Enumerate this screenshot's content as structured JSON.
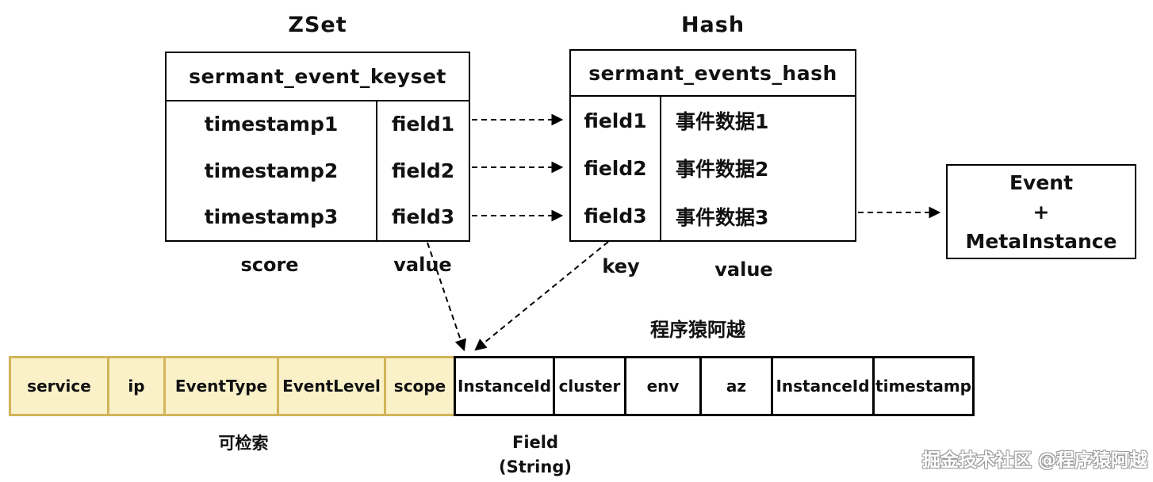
{
  "zset": {
    "title": "ZSet",
    "header": "sermant_event_keyset",
    "rows": [
      {
        "score": "timestamp1",
        "value": "field1"
      },
      {
        "score": "timestamp2",
        "value": "field2"
      },
      {
        "score": "timestamp3",
        "value": "field3"
      }
    ],
    "score_label": "score",
    "value_label": "value"
  },
  "hash": {
    "title": "Hash",
    "header": "sermant_events_hash",
    "rows": [
      {
        "key": "field1",
        "value": "事件数据1"
      },
      {
        "key": "field2",
        "value": "事件数据2"
      },
      {
        "key": "field3",
        "value": "事件数据3"
      }
    ],
    "key_label": "key",
    "value_label": "value"
  },
  "event_box": {
    "lines": [
      "Event",
      "+",
      "MetaInstance"
    ]
  },
  "bottom": {
    "title": "程序猿阿越",
    "searchable_label": "可检索",
    "field_label": "Field",
    "field_label_sub": "(String)",
    "cells": [
      {
        "label": "service",
        "group": "searchable"
      },
      {
        "label": "ip",
        "group": "searchable"
      },
      {
        "label": "EventType",
        "group": "searchable"
      },
      {
        "label": "EventLevel",
        "group": "searchable"
      },
      {
        "label": "scope",
        "group": "searchable"
      },
      {
        "label": "InstanceId",
        "group": "field"
      },
      {
        "label": "cluster",
        "group": "field"
      },
      {
        "label": "env",
        "group": "field"
      },
      {
        "label": "az",
        "group": "field"
      },
      {
        "label": "InstanceId",
        "group": "field"
      },
      {
        "label": "timestamp",
        "group": "field"
      }
    ]
  },
  "watermark": "掘金技术社区 @程序猿阿越",
  "colors": {
    "highlight_fill": "#faf1c9",
    "highlight_border": "#d2b55a",
    "line_color": "#000000"
  }
}
